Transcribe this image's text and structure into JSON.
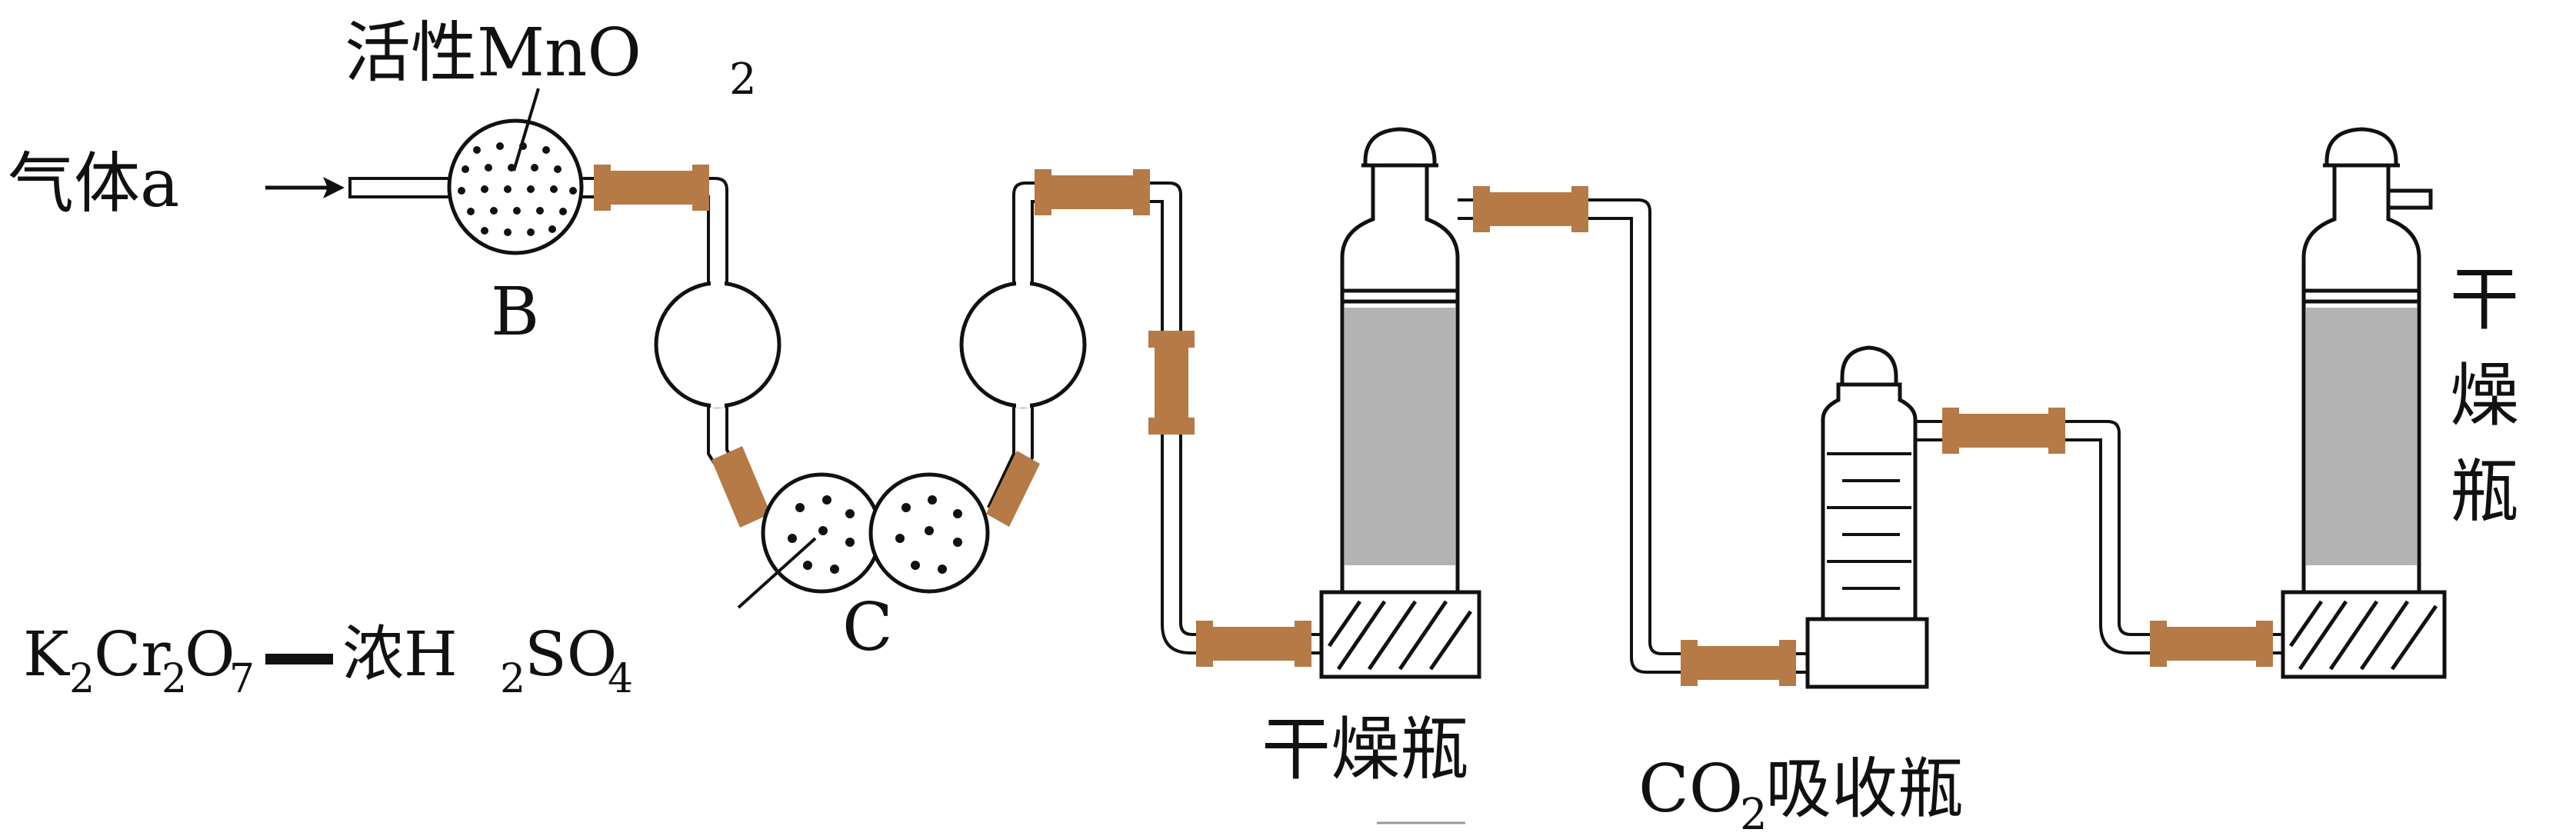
{
  "labels": {
    "gas_a": "气体a",
    "mno2": "活性MnO",
    "mno2_sub": "2",
    "b": "B",
    "c": "C",
    "reagent_k": "K",
    "reagent_2a": "2",
    "reagent_cr": "Cr",
    "reagent_2b": "2",
    "reagent_o": "O",
    "reagent_7": "7",
    "reagent_nong": "浓H",
    "reagent_h2": "2",
    "reagent_so": "SO",
    "reagent_4": "4",
    "dryer1": "干燥瓶",
    "co2_c": "CO",
    "co2_sub": "2",
    "co2_rest": "吸收瓶",
    "dryer2_ch1": "干",
    "dryer2_ch2": "燥",
    "dryer2_ch3": "瓶"
  },
  "colors": {
    "connector": "#b57a45",
    "desiccant": "#b3b3b3",
    "line": "#111111"
  }
}
